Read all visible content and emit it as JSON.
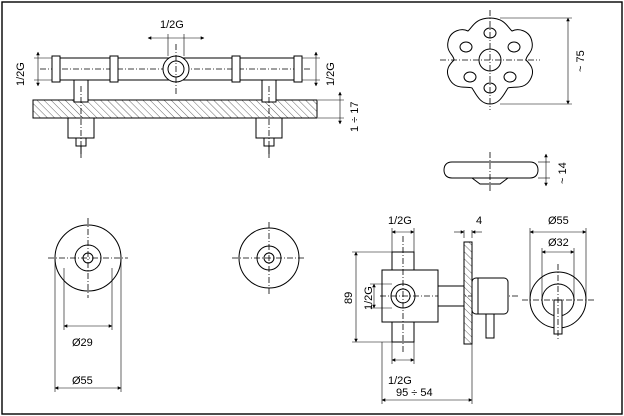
{
  "labels": {
    "top_thread": "1/2G",
    "left_thread": "1/2G",
    "right_thread": "1/2G",
    "depth_range": "1 ÷ 17",
    "height_75": "~ 75",
    "height_14": "~ 14",
    "d29": "Ø29",
    "d55_left": "Ø55",
    "side_thread_top": "1/2G",
    "side_4": "4",
    "side_d55": "Ø55",
    "side_d32": "Ø32",
    "side_89": "89",
    "side_thread_mid": "1/2G",
    "side_thread_bottom": "1/2G",
    "side_range": "95 ÷ 54"
  },
  "colors": {
    "line": "#000000",
    "background": "#ffffff"
  }
}
